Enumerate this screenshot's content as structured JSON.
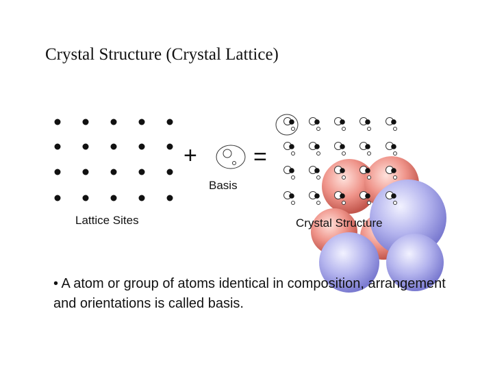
{
  "slide": {
    "title": "Crystal Structure (Crystal Lattice)",
    "labels": {
      "lattice_sites": "Lattice Sites",
      "basis": "Basis",
      "crystal_structure": "Crystal Structure"
    },
    "operators": {
      "plus": "+",
      "equals": "="
    },
    "bullet": "• A atom or group of atoms identical in composition, arrangement and orientations  is called basis."
  },
  "colors": {
    "dot": "#111111",
    "sphere_red": "#e07a70",
    "sphere_blue": "#a8a8e8"
  }
}
